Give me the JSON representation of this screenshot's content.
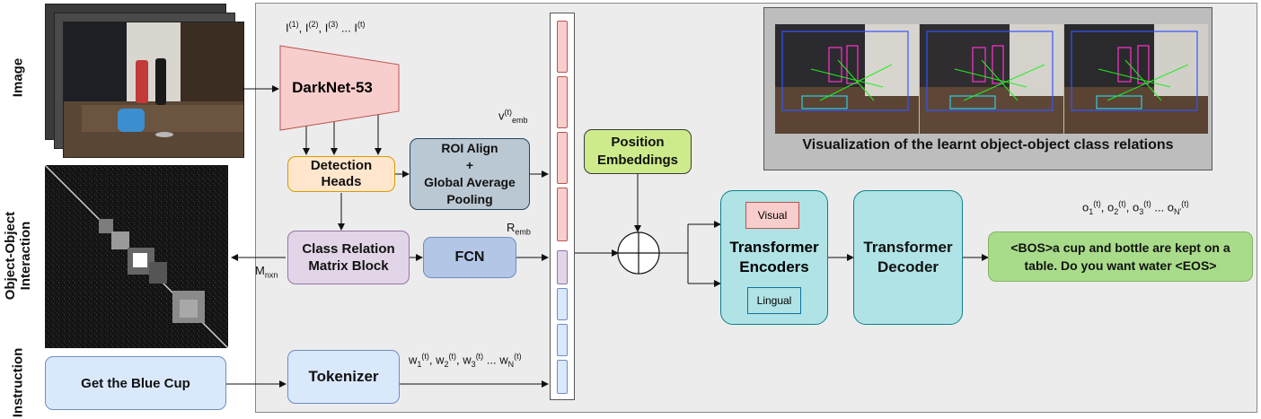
{
  "side_labels": {
    "image": "Image",
    "object_object_1": "Object-Object",
    "object_object_2": "Interaction",
    "instruction": "Instruction"
  },
  "image_sequence_label": {
    "base": "I",
    "sup1": "(1)",
    "sep1": ", I",
    "sup2": "(2)",
    "sep2": ", I",
    "sup3": "(3)",
    "sep3": " ... I",
    "sup4": "(t)"
  },
  "darknet": {
    "label": "DarkNet-53"
  },
  "detection_heads": {
    "label": "Detection Heads"
  },
  "roi_align": {
    "line1": "ROI Align",
    "line2": "+",
    "line3": "Global Average",
    "line4": "Pooling"
  },
  "class_relation": {
    "line1": "Class Relation",
    "line2": "Matrix Block"
  },
  "fcn": {
    "label": "FCN"
  },
  "tokenizer": {
    "label": "Tokenizer"
  },
  "instruction_box": {
    "label": "Get the Blue Cup"
  },
  "position_embeddings": {
    "line1": "Position",
    "line2": "Embeddings"
  },
  "encoders": {
    "line1": "Transformer",
    "line2": "Encoders",
    "visual": "Visual",
    "lingual": "Lingual"
  },
  "decoder": {
    "line1": "Transformer",
    "line2": "Decoder"
  },
  "output_box": {
    "line1": "<BOS>a cup and bottle are kept on a",
    "line2": "table. Do you want water <EOS>"
  },
  "v_emb": {
    "base": "v",
    "sup": "(t)",
    "sub": "emb"
  },
  "r_emb": {
    "base": "R",
    "sub": "emb"
  },
  "m_nxn": {
    "base": "M",
    "sub": "nxn"
  },
  "word_tokens": {
    "w": "w",
    "s1": "1",
    "s2": "2",
    "s3": "3",
    "sN": "N",
    "t": "(t)",
    "sep": ", ",
    "dots": " ... "
  },
  "output_tokens": {
    "o": "o",
    "s1": "1",
    "s2": "2",
    "s3": "3",
    "sN": "N'",
    "t": "(t)",
    "sep": ", ",
    "dots": " ... "
  },
  "viz_caption": "Visualization of the learnt object-object class relations",
  "colors": {
    "panel_bg": "#ececec",
    "darknet": "#f8cecc",
    "detection": "#ffe6cc",
    "roi": "#bac8d3",
    "class_rel": "#e1d5e7",
    "fcn": "#b3c6e6",
    "tokenizer": "#dae8fc",
    "pos_emb": "#cdeb8b",
    "transformer": "#b0e3e6",
    "output": "#a9dc8a"
  }
}
